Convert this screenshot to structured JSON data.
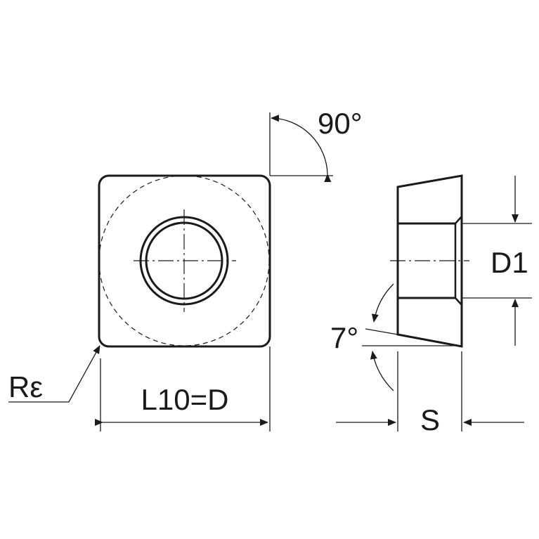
{
  "labels": {
    "angle_top": "90°",
    "corner_radius": "Rε",
    "length": "L10=D",
    "hole_diameter": "D1",
    "clearance_angle": "7°",
    "thickness": "S"
  },
  "colors": {
    "stroke": "#1a1a1a",
    "background": "#ffffff"
  }
}
